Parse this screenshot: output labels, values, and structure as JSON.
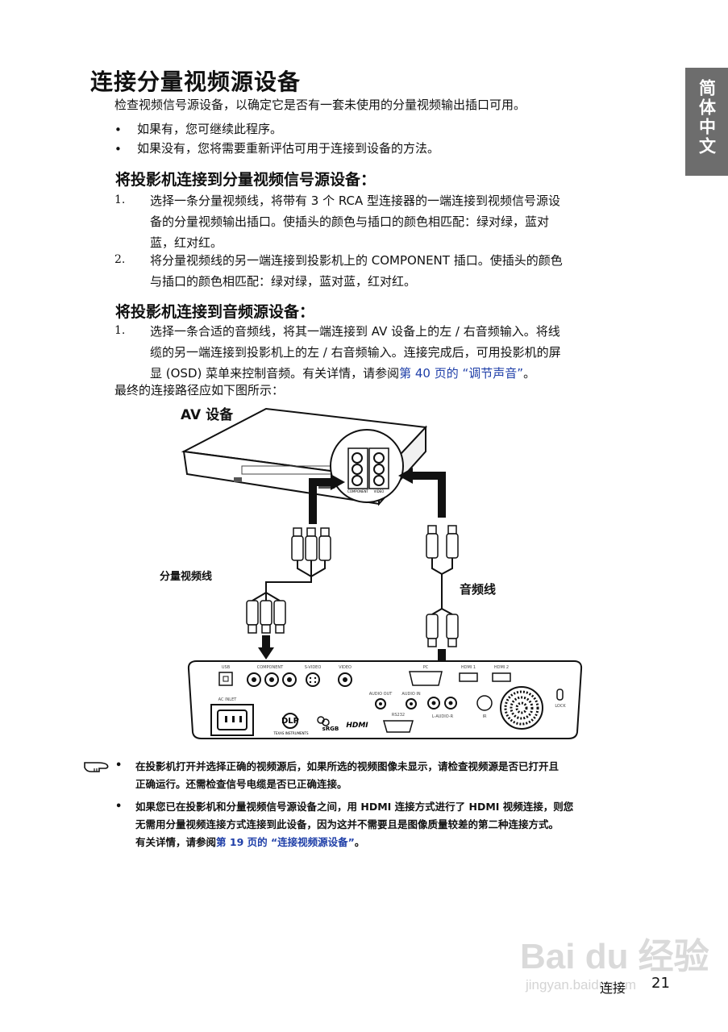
{
  "title": "连接分量视频源设备",
  "intro": "检查视频信号源设备，以确定它是否有一套未使用的分量视频输出插口可用。",
  "bullets": [
    "如果有，您可继续此程序。",
    "如果没有，您将需要重新评估可用于连接到设备的方法。"
  ],
  "bullet_symbol": "•",
  "section1": {
    "heading": "将投影机连接到分量视频信号源设备：",
    "steps": [
      {
        "num": "1.",
        "lines": [
          "选择一条分量视频线，将带有 3 个 RCA 型连接器的一端连接到视频信号源设",
          "备的分量视频输出插口。使插头的颜色与插口的颜色相匹配：绿对绿，蓝对",
          "蓝，红对红。"
        ]
      },
      {
        "num": "2.",
        "lines": [
          "将分量视频线的另一端连接到投影机上的 COMPONENT 插口。使插头的颜色",
          "与插口的颜色相匹配：绿对绿，蓝对蓝，红对红。"
        ]
      }
    ]
  },
  "section2": {
    "heading": "将投影机连接到音频源设备：",
    "step_num": "1.",
    "lines": [
      "选择一条合适的音频线，将其一端连接到 AV 设备上的左 / 右音频输入。将线",
      "缆的另一端连接到投影机上的左 / 右音频输入。连接完成后，可用投影机的屏"
    ],
    "line3_prefix": "显 (OSD) 菜单来控制音频。有关详情，请参阅",
    "line3_link": "第 40 页的 “调节声音”",
    "line3_suffix": "。"
  },
  "final_line": "最终的连接路径应如下图所示：",
  "diagram": {
    "av_label": "AV 设备",
    "component_cable_label": "分量视频线",
    "audio_cable_label": "音频线",
    "port_labels": [
      "USB",
      "COMPONENT",
      "S-VIDEO",
      "VIDEO",
      "PC",
      "HDMI 1",
      "HDMI 2",
      "AC INLET",
      "AUDIO OUT",
      "AUDIO IN",
      "RS232",
      "L-AUDIO-R",
      "IR",
      "LOCK"
    ],
    "brand_labels": [
      "DLP",
      "TEXAS INSTRUMENTS",
      "sRGB",
      "HDMI"
    ],
    "av_panel_labels": [
      "COMPONENT",
      "VIDEO"
    ]
  },
  "side_tab": "简体中文",
  "notes": [
    {
      "lines": [
        "在投影机打开并选择正确的视频源后，如果所选的视频图像未显示，请检查视频源是否已打开且",
        "正确运行。还需检查信号电缆是否已正确连接。"
      ]
    },
    {
      "lines": [
        "如果您已在投影机和分量视频信号源设备之间，用 HDMI 连接方式进行了 HDMI 视频连接，则您",
        "无需用分量视频连接方式连接到此设备，因为这并不需要且是图像质量较差的第二种连接方式。"
      ],
      "line3_prefix": "有关详情，请参阅",
      "line3_link": "第 19 页的 “连接视频源设备”",
      "line3_suffix": "。"
    }
  ],
  "footer": {
    "section": "连接",
    "page": "21"
  },
  "watermark": {
    "logo": "Bai du 经验",
    "url": "jingyan.baidu.com"
  },
  "colors": {
    "link": "#1f3fa8",
    "tab_bg": "#6d6d6d"
  }
}
